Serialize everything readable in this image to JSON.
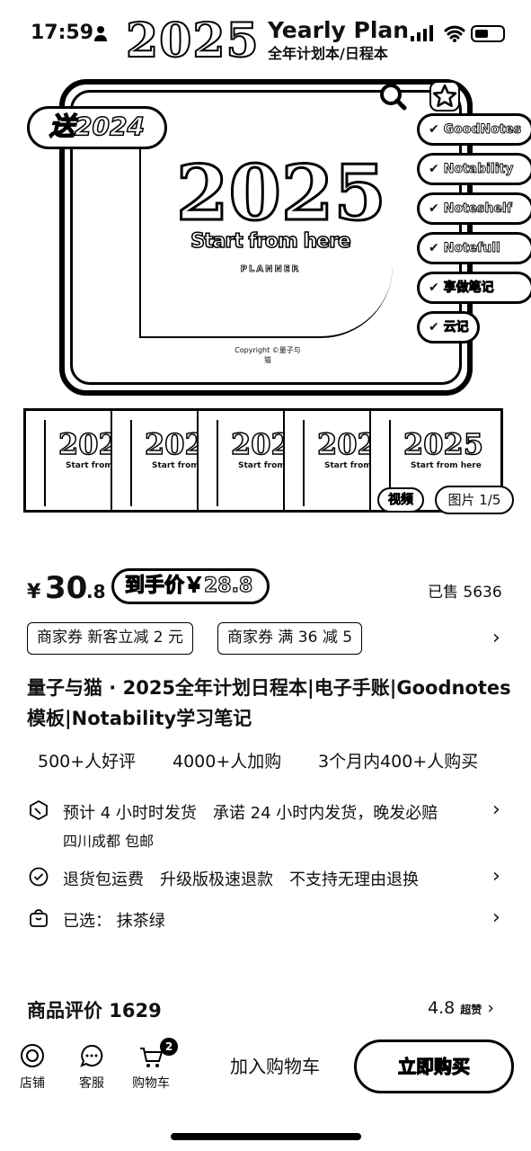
{
  "status": {
    "time": "17:59"
  },
  "header": {
    "year": "2025",
    "plan": "Yearly Plan",
    "subtitle": "全年计划本/日程本"
  },
  "hero": {
    "gift_badge": "送2024",
    "year": "2025",
    "tagline": "Start from here",
    "planner": "PLANNER",
    "copyright": "Copyright ©量子与猫",
    "apps": [
      "GoodNotes",
      "Notability",
      "Noteshelf",
      "Notefull",
      "享做笔记",
      "云记"
    ]
  },
  "gallery": {
    "thumbs": [
      {
        "year": "202",
        "tag": "Start from he"
      },
      {
        "year": "202",
        "tag": "Start from he"
      },
      {
        "year": "202",
        "tag": "Start from he"
      },
      {
        "year": "202",
        "tag": "Start from he"
      },
      {
        "year": "2025",
        "tag": "Start from here"
      }
    ],
    "video_label": "视频",
    "photo_counter": "图片 1/5"
  },
  "price": {
    "currency": "¥",
    "main": "30",
    "cents": ".8",
    "final_label": "到手价￥28.8",
    "sold": "已售 5636"
  },
  "coupons": [
    "商家券 新客立减 2 元",
    "商家券 满 36 减 5"
  ],
  "product": {
    "title": "量子与猫 · 2025全年计划日程本|电子手账|Goodnotes模板|Notability学习笔记"
  },
  "stats": [
    "500+人好评",
    "4000+人加购",
    "3个月内400+人购买"
  ],
  "service_rows": [
    {
      "icon": "shipping-icon",
      "text": "预计 4 小时时发货　承诺 24 小时内发货，晚发必赔",
      "sub": "四川成都 包邮"
    },
    {
      "icon": "check-shield-icon",
      "text": "退货包运费　升级版极速退款　不支持无理由退换"
    },
    {
      "icon": "bag-icon",
      "text": "已选：  抹茶绿"
    }
  ],
  "reviews": {
    "label": "商品评价 1629",
    "score": "4.8",
    "score_tag": "超赞"
  },
  "bottom_bar": {
    "shop": "店铺",
    "service": "客服",
    "cart": "购物车",
    "cart_count": "2",
    "add_to_cart": "加入购物车",
    "buy_now": "立即购买"
  }
}
